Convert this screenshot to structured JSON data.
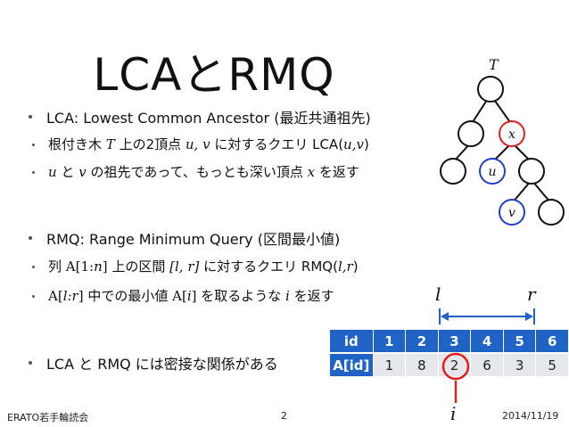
{
  "slide": {
    "title": "LCAとRMQ",
    "lca_line": "LCA: Lowest Common Ancestor (最近共通祖先)",
    "lca_sub1_pre": "根付き木 ",
    "lca_sub1_T": "T",
    "lca_sub1_mid": " 上の2頂点 ",
    "lca_sub1_uv": "u, v",
    "lca_sub1_post": " に対するクエリ LCA(",
    "lca_sub1_args": "u,v",
    "lca_sub1_close": ")",
    "lca_sub2_u": "u",
    "lca_sub2_and": " と ",
    "lca_sub2_v": "v",
    "lca_sub2_mid": " の祖先であって、もっとも深い頂点 ",
    "lca_sub2_x": "x",
    "lca_sub2_post": " を返す",
    "rmq_line": "RMQ: Range Minimum Query (区間最小値)",
    "rmq_sub1_pre": "列 ",
    "rmq_sub1_A": "A[1:",
    "rmq_sub1_n": "n",
    "rmq_sub1_Aend": "]",
    "rmq_sub1_mid": " 上の区間 ",
    "rmq_sub1_lr": "[l, r]",
    "rmq_sub1_post": " に対するクエリ RMQ(",
    "rmq_sub1_args": "l,r",
    "rmq_sub1_close": ")",
    "rmq_sub2_A": "A[",
    "rmq_sub2_lr": "l:r",
    "rmq_sub2_Aend": "]",
    "rmq_sub2_mid": " 中での最小値 ",
    "rmq_sub2_Ai": "A[",
    "rmq_sub2_i": "i",
    "rmq_sub2_Aiend": "]",
    "rmq_sub2_post": " を取るような ",
    "rmq_sub2_i2": "i",
    "rmq_sub2_end": " を返す",
    "relation_line": "LCA と RMQ には密接な関係がある"
  },
  "tree": {
    "label_T": "T",
    "label_x": "x",
    "label_u": "u",
    "label_v": "v",
    "colors": {
      "normal": "#111111",
      "highlight_x": "#e0201c",
      "highlight_uv": "#1f3fd0"
    }
  },
  "array": {
    "header_label": "id",
    "value_label": "A[id]",
    "ids": [
      "1",
      "2",
      "3",
      "4",
      "5",
      "6"
    ],
    "values": [
      "1",
      "8",
      "2",
      "6",
      "3",
      "5"
    ],
    "range_l": "l",
    "range_r": "r",
    "pointer_i": "i",
    "colors": {
      "header": "#1f63c6",
      "cell": "#e6e7ea",
      "arrow": "#1f63c6",
      "pointer": "#e0201c"
    }
  },
  "footer": {
    "left": "ERATO若手輪読会",
    "page": "2",
    "date": "2014/11/19"
  }
}
